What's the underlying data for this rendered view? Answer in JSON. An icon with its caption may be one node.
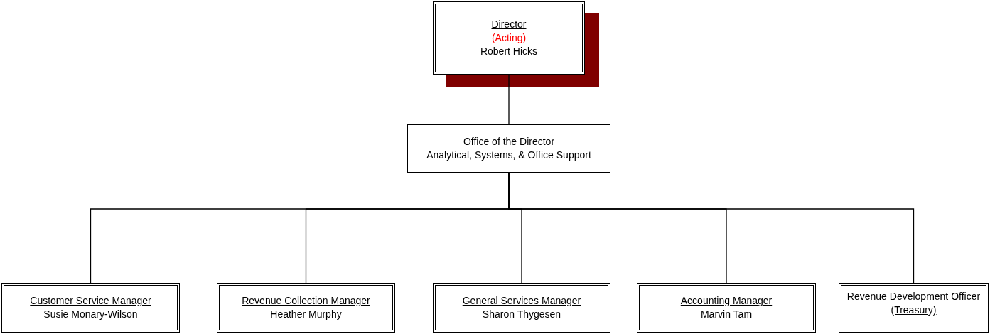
{
  "diagram": {
    "nodes": [
      {
        "text": [
          "Director",
          "(Acting)",
          "Robert Hicks"
        ]
      },
      {
        "text": [
          "Office of the Director",
          "Analytical, Systems, & Office Support"
        ]
      },
      {
        "text": [
          "Customer Service Manager",
          "Susie Monary-Wilson"
        ]
      },
      {
        "text": [
          "Revenue Collection Manager",
          "Heather Murphy"
        ]
      },
      {
        "text": [
          "General Services Manager",
          "Sharon Thygesen"
        ]
      },
      {
        "text": [
          "Accounting Manager",
          "Marvin Tam"
        ]
      },
      {
        "text": [
          "Revenue Development Officer (Treasury)"
        ]
      }
    ],
    "edges": [
      {
        "from": 0,
        "to": 1,
        "arrow": "none"
      },
      {
        "from": 1,
        "to": 2,
        "arrow": "none"
      },
      {
        "from": 1,
        "to": 3,
        "arrow": "none"
      },
      {
        "from": 1,
        "to": 4,
        "arrow": "none"
      },
      {
        "from": 1,
        "to": 5,
        "arrow": "none"
      },
      {
        "from": 1,
        "to": 6,
        "arrow": "none"
      }
    ]
  }
}
